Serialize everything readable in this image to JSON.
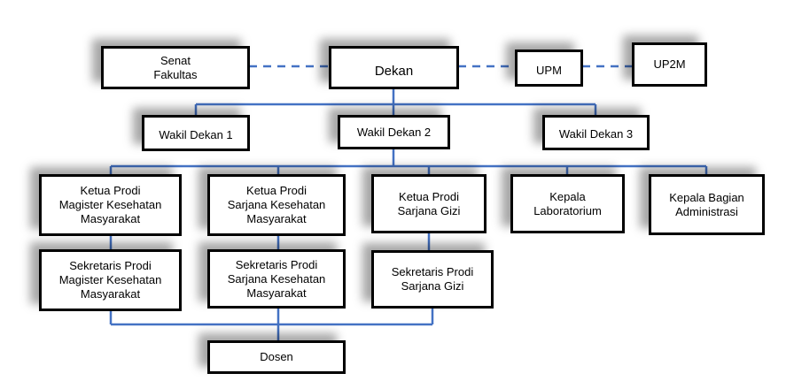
{
  "nodes": {
    "senat": "Senat\nFakultas",
    "dekan": "Dekan",
    "upm": "UPM",
    "up2m": "UP2M",
    "wd1": "Wakil Dekan 1",
    "wd2": "Wakil Dekan 2",
    "wd3": "Wakil Dekan 3",
    "kp_mkm": "Ketua Prodi\nMagister Kesehatan\nMasyarakat",
    "kp_skm": "Ketua Prodi\nSarjana Kesehatan\nMasyarakat",
    "kp_gizi": "Ketua Prodi\nSarjana Gizi",
    "kepala_lab": "Kepala\nLaboratorium",
    "kepala_admin": "Kepala Bagian\nAdministrasi",
    "sp_mkm": "Sekretaris Prodi\nMagister Kesehatan\nMasyarakat",
    "sp_skm": "Sekretaris Prodi\nSarjana Kesehatan\nMasyarakat",
    "sp_gizi": "Sekretaris Prodi\nSarjana Gizi",
    "dosen": "Dosen"
  },
  "colors": {
    "line": "#4472C4",
    "border": "#000000"
  }
}
